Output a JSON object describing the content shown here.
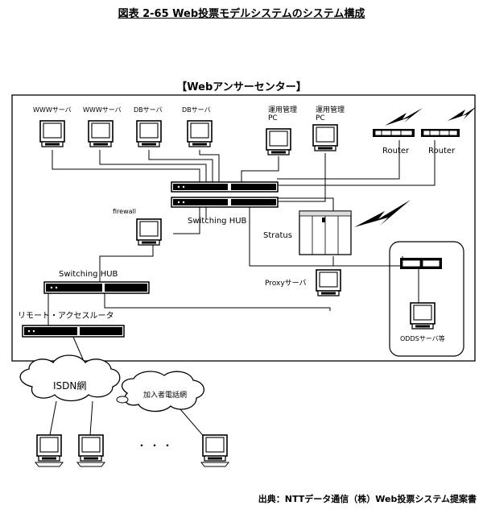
{
  "title": "図表 2-65 Web投票モデルシステムのシステム構成",
  "center_title": "【Webアンサーセンター】",
  "source": "出典：NTTデータ通信（株）Web投票システム提案書",
  "labels": {
    "www1": "WWWサーバ",
    "www2": "WWWサーバ",
    "db1": "DBサーバ",
    "db2": "DBサーバ",
    "ops1": "運用管理\nPC",
    "ops2": "運用管理\nPC",
    "router1": "Router",
    "router2": "Router",
    "firewall": "firewall",
    "switching_hub_top": "Switching HUB",
    "stratus": "Stratus",
    "switching_hub_left": "Switching HUB",
    "proxy": "Proxyサーバ",
    "remote_router": "リモート・アクセスルータ",
    "odds": "ODDSサーバ等",
    "isdn": "ISDN網",
    "subscriber": "加入者電話網",
    "dots": "・・・"
  }
}
